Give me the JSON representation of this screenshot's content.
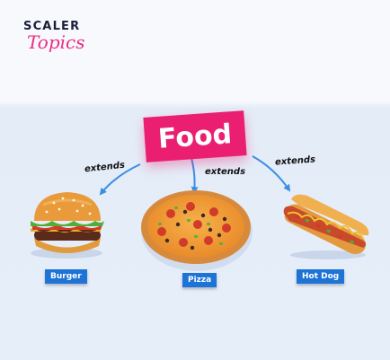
{
  "logo": {
    "line1": "SCALER",
    "line2": "Topics"
  },
  "root": {
    "label": "Food"
  },
  "edges": [
    {
      "label": "extends"
    },
    {
      "label": "extends"
    },
    {
      "label": "extends"
    }
  ],
  "children": [
    {
      "label": "Burger"
    },
    {
      "label": "Pizza"
    },
    {
      "label": "Hot Dog"
    }
  ],
  "colors": {
    "root": "#ea1f72",
    "tags": "#1e73d6",
    "arrows": "#3a8ee6",
    "brand": "#ec2c83"
  }
}
